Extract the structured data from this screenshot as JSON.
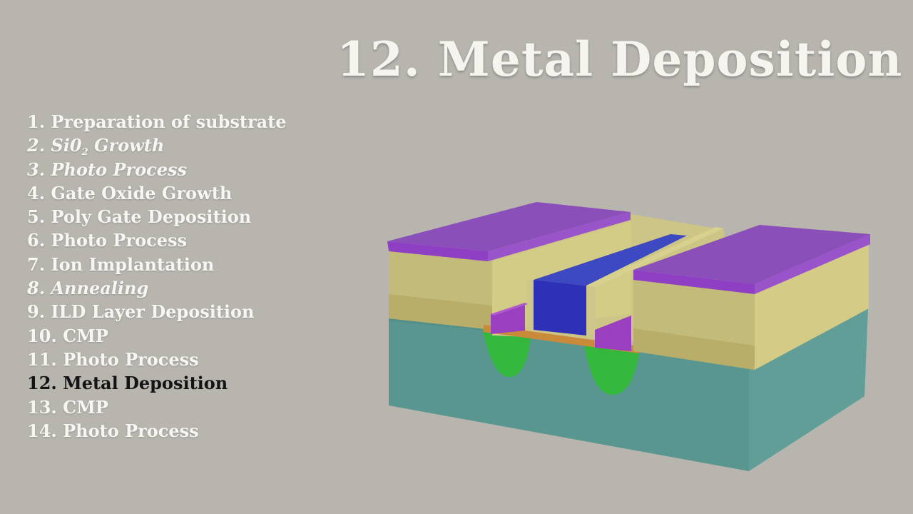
{
  "title": "12. Metal Deposition",
  "steps": [
    {
      "number": "1.",
      "label": "Preparation of substrate",
      "italic": false,
      "active": false
    },
    {
      "number": "2.",
      "label": "Si0",
      "subscript": "2",
      "suffix": " Growth",
      "italic": true,
      "active": false
    },
    {
      "number": "3.",
      "label": "Photo Process",
      "italic": true,
      "active": false
    },
    {
      "number": "4.",
      "label": "Gate Oxide Growth",
      "italic": false,
      "active": false
    },
    {
      "number": "5.",
      "label": "Poly Gate Deposition",
      "italic": false,
      "active": false
    },
    {
      "number": "6.",
      "label": "Photo Process",
      "italic": false,
      "active": false
    },
    {
      "number": "7.",
      "label": "Ion Implantation",
      "italic": false,
      "active": false
    },
    {
      "number": "8.",
      "label": "Annealing",
      "italic": true,
      "active": false
    },
    {
      "number": "9.",
      "label": "ILD Layer Deposition",
      "italic": false,
      "active": false
    },
    {
      "number": "10.",
      "label": "CMP",
      "italic": false,
      "active": false
    },
    {
      "number": "11.",
      "label": "Photo Process",
      "italic": false,
      "active": false
    },
    {
      "number": "12.",
      "label": "Metal Deposition",
      "italic": false,
      "active": true
    },
    {
      "number": "13.",
      "label": "CMP",
      "italic": false,
      "active": false
    },
    {
      "number": "14.",
      "label": "Photo Process",
      "italic": false,
      "active": false
    }
  ],
  "colors": {
    "background": "#b8b5af",
    "substrate": "#5a9690",
    "ild": "#d4cc86",
    "metal": "#8a4fb8",
    "poly_gate": "#2e30b8",
    "implant": "#33b83d",
    "gate_oxide": "#c98a3a",
    "active_step_text": "#141414",
    "step_text": "#f7f6f2"
  }
}
